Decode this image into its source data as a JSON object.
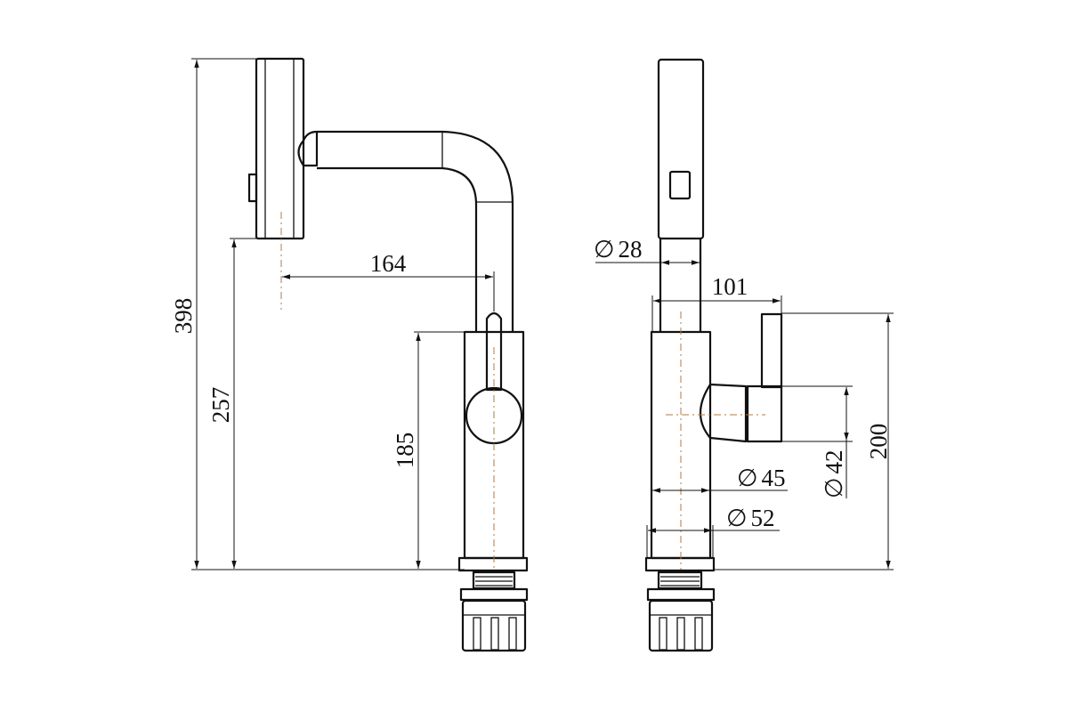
{
  "drawing": {
    "front_view": {
      "total_height": "398",
      "spout_outlet_height": "257",
      "body_height": "185",
      "spout_reach": "164"
    },
    "side_view": {
      "spray_head_diameter": "28",
      "handle_projection": "101",
      "body_diameter": "45",
      "base_diameter": "52",
      "handle_diameter": "42",
      "handle_height": "200"
    },
    "diameter_symbol": "∅"
  }
}
